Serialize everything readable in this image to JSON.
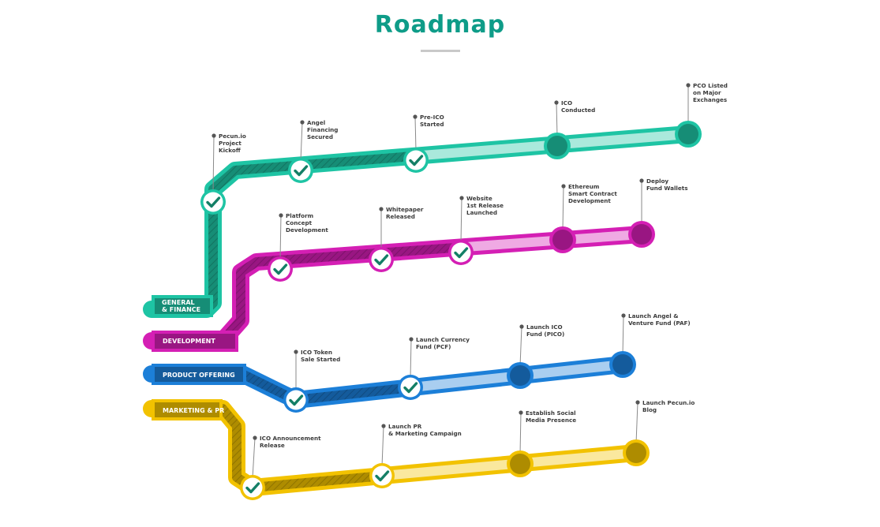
{
  "header": {
    "title": "Roadmap"
  },
  "colors": {
    "general_finance": "#1ec4a4",
    "development": "#d41fb4",
    "product_offering": "#1c7fd8",
    "marketing_pr": "#f2c200",
    "check": "#147f66"
  },
  "lanes": [
    {
      "key": "general_finance",
      "label_lines": [
        "GENERAL",
        "& FINANCE"
      ],
      "milestones": [
        {
          "lines": [
            "Pecun.io",
            "Project",
            "Kickoff"
          ],
          "done": true
        },
        {
          "lines": [
            "Angel",
            "Financing",
            "Secured"
          ],
          "done": true
        },
        {
          "lines": [
            "Pre-ICO",
            "Started"
          ],
          "done": true
        },
        {
          "lines": [
            "ICO",
            "Conducted"
          ],
          "done": false
        },
        {
          "lines": [
            "PCO Listed",
            "on Major",
            "Exchanges"
          ],
          "done": false
        }
      ]
    },
    {
      "key": "development",
      "label_lines": [
        "DEVELOPMENT"
      ],
      "milestones": [
        {
          "lines": [
            "Platform",
            "Concept",
            "Development"
          ],
          "done": true
        },
        {
          "lines": [
            "Whitepaper",
            "Released"
          ],
          "done": true
        },
        {
          "lines": [
            "Website",
            "1st Release",
            "Launched"
          ],
          "done": true
        },
        {
          "lines": [
            "Ethereum",
            "Smart Contract",
            "Development"
          ],
          "done": false
        },
        {
          "lines": [
            "Deploy",
            "Fund Wallets"
          ],
          "done": false
        }
      ]
    },
    {
      "key": "product_offering",
      "label_lines": [
        "PRODUCT OFFERING"
      ],
      "milestones": [
        {
          "lines": [
            "ICO Token",
            "Sale Started"
          ],
          "done": true
        },
        {
          "lines": [
            "Launch Currency",
            "Fund (PCF)"
          ],
          "done": true
        },
        {
          "lines": [
            "Launch ICO",
            "Fund (PICO)"
          ],
          "done": false
        },
        {
          "lines": [
            "Launch Angel &",
            "Venture Fund (PAF)"
          ],
          "done": false
        }
      ]
    },
    {
      "key": "marketing_pr",
      "label_lines": [
        "MARKETING & PR"
      ],
      "milestones": [
        {
          "lines": [
            "ICO Announcement",
            "Release"
          ],
          "done": true
        },
        {
          "lines": [
            "Launch PR",
            "& Marketing Campaign"
          ],
          "done": true
        },
        {
          "lines": [
            "Establish Social",
            "Media Presence"
          ],
          "done": false
        },
        {
          "lines": [
            "Launch Pecun.io",
            "Blog"
          ],
          "done": false
        }
      ]
    }
  ]
}
